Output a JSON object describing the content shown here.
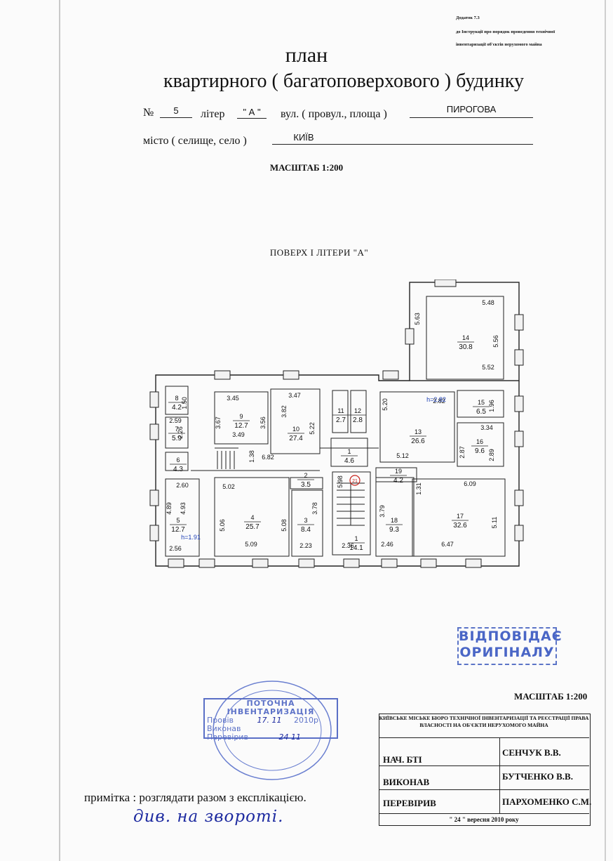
{
  "appendix": {
    "line1": "Додаток 7.3",
    "line2": "до Інструкції про порядок проведення технічної",
    "line3": "інвентаризації об'єктів нерухомого майна"
  },
  "title": {
    "line1": "план",
    "line2": "квартирного ( багатоповерхового ) будинку"
  },
  "address": {
    "number_label": "№",
    "number_value": "5",
    "liter_label": "літер",
    "liter_value": "\" А \"",
    "street_label": "вул. ( провул., площа )",
    "street_value": "ПИРОГОВА",
    "city_label": "місто ( селище, село )",
    "city_value": "КИЇВ"
  },
  "scale_top": "МАСШТАБ 1:200",
  "floor_title": "ПОВЕРХ  І  ЛІТЕРИ  \"А\"",
  "plan_rooms": [
    {
      "num": "1",
      "area": "4.6"
    },
    {
      "num": "2",
      "area": "3.5"
    },
    {
      "num": "3",
      "area": "8.4"
    },
    {
      "num": "4",
      "area": "25.7"
    },
    {
      "num": "5",
      "area": "12.7"
    },
    {
      "num": "6",
      "area": "4.3"
    },
    {
      "num": "7",
      "area": "5.9"
    },
    {
      "num": "8",
      "area": "4.2"
    },
    {
      "num": "9",
      "area": "12.7"
    },
    {
      "num": "10",
      "area": "27.4"
    },
    {
      "num": "11",
      "area": "2.7"
    },
    {
      "num": "12",
      "area": "2.8"
    },
    {
      "num": "13",
      "area": "26.6"
    },
    {
      "num": "14",
      "area": "30.8"
    },
    {
      "num": "15",
      "area": "6.5"
    },
    {
      "num": "16",
      "area": "9.6"
    },
    {
      "num": "17",
      "area": "32.6"
    },
    {
      "num": "18",
      "area": "9.3"
    },
    {
      "num": "19",
      "area": "4.2"
    },
    {
      "num": "1",
      "area": "14.1"
    }
  ],
  "plan_dims": [
    "5.48",
    "5.63",
    "5.56",
    "5.52",
    "3.45",
    "3.47",
    "3.82",
    "3.67",
    "3.56",
    "3.49",
    "5.22",
    "2.59",
    "2.26",
    "1.50",
    "1.38",
    "6.82",
    "5.20",
    "5.12",
    "2.82",
    "1.96",
    "3.34",
    "2.87",
    "2.89",
    "2.60",
    "4.89",
    "4.93",
    "2.56",
    "5.02",
    "5.06",
    "5.08",
    "5.09",
    "3.78",
    "2.23",
    "5.98",
    "2.36",
    "3.79",
    "2.46",
    "1.31",
    "6.09",
    "5.11",
    "6.47"
  ],
  "plan_heights": [
    "h=2.82",
    "h=1.91"
  ],
  "stair_marker": "21",
  "stamp_blue": {
    "line1": "ВІДПОВІДАЄ",
    "line2": "ОРИГІНАЛУ"
  },
  "scale_bottom": "МАСШТАБ 1:200",
  "inventory_stamp": {
    "title": "ПОТОЧНА ІНВЕНТАРИЗАЦІЯ",
    "row1": "Провів",
    "row2": "Виконав",
    "row3": "Перевірив",
    "year": "2010р",
    "date_hand": "17.  11",
    "date2": "24  11"
  },
  "bureau_table": {
    "org": "КИЇВСЬКЕ МІСЬКЕ БЮРО ТЕХНІЧНОЇ ІНВЕНТАРИЗАЦІЇ ТА РЕЄСТРАЦІЇ ПРАВА ВЛАСНОСТІ НА ОБ'ЄКТИ НЕРУХОМОГО МАЙНА",
    "rows": [
      {
        "role": "НАЧ. БТІ",
        "name": "СЕНЧУК В.В."
      },
      {
        "role": "ВИКОНАВ",
        "name": "БУТЧЕНКО В.В."
      },
      {
        "role": "ПЕРЕВІРИВ",
        "name": "ПАРХОМЕНКО С.М."
      }
    ],
    "date": "\" 24 \" вересня 2010 року"
  },
  "note": "примітка : розглядати разом з експлікацією.",
  "handwritten_note": "див. на звороті."
}
